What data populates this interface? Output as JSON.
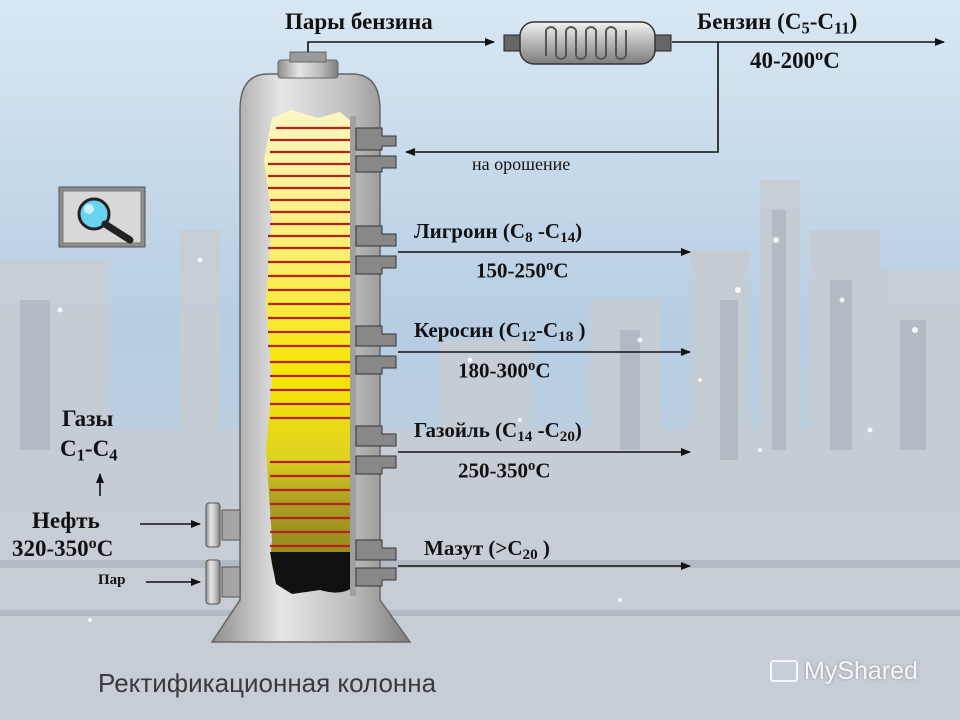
{
  "colors": {
    "sky_top": "#d8e6f2",
    "sky_bottom": "#a9c4dc",
    "column_metal": "#b9b9b9",
    "liquid_light": "#fbf3b3",
    "liquid_yellow": "#f5e900",
    "liquid_olive": "#a89a22",
    "plate_red": "#b3231f",
    "residue_black": "#111111",
    "text": "#111111"
  },
  "icons": {
    "magnifier": "magnifier-icon",
    "condenser": "condenser-icon",
    "watermark": "presentation-icon"
  },
  "labels": {
    "vapors": "Пары бензина",
    "reflux": "на орошение",
    "gasoline": {
      "name": "Бензин (C",
      "sub1": "5",
      "mid": "-C",
      "sub2": "11",
      "close": ")",
      "temp": "40-200",
      "deg": "o",
      "unit": "C"
    },
    "ligroin": {
      "name": "Лигроин (C",
      "sub1": "8",
      "mid": " -C",
      "sub2": "14",
      "close": ")",
      "temp": "150-250",
      "deg": "o",
      "unit": "C"
    },
    "kerosene": {
      "name": "Керосин (C",
      "sub1": "12",
      "mid": "-C",
      "sub2": "18",
      "close": " )",
      "temp": "180-300",
      "deg": "o",
      "unit": "C"
    },
    "gasoil": {
      "name": "Газойль (C",
      "sub1": "14",
      "mid": " -C",
      "sub2": "20",
      "close": ")",
      "temp": "250-350",
      "deg": "o",
      "unit": "C"
    },
    "fuel_oil": {
      "name": "Мазут  (>C",
      "sub1": "20",
      "close": " )"
    },
    "gases": {
      "title": "Газы",
      "name": "C",
      "sub1": "1",
      "mid": "-C",
      "sub2": "4"
    },
    "oil": {
      "name": "Нефть",
      "temp": "320-350",
      "deg": "o",
      "unit": "C"
    },
    "steam": "Пар",
    "caption": "Ректификационная колонна",
    "watermark": "MyShared"
  }
}
